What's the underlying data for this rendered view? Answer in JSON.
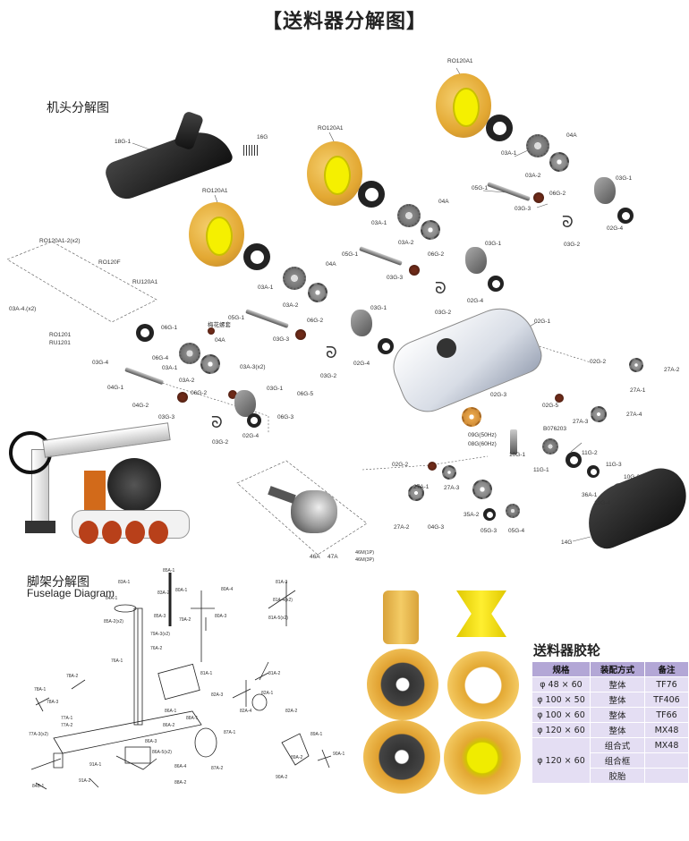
{
  "page_title": "【送料器分解图】",
  "sections": {
    "head_title": "机头分解图",
    "stand_title": "脚架分解图",
    "stand_subtitle": "Fuselage Diagram",
    "roller_title": "送料器胶轮"
  },
  "part_labels": {
    "ro120a1_top": "RO120A1",
    "ro120a1_mid": "RO120A1",
    "ro120a1_low": "RO120A1",
    "g18_1": "18G-1",
    "g16": "16G",
    "ro120a1_2x2": "RO120A1-2(x2)",
    "ro120f": "RO120F",
    "ru120a1": "RU120A1",
    "a03_4x2": "03A-4.(x2)",
    "ro1201": "RO1201",
    "ru1201": "RU1201",
    "a03_1_top": "03A-1",
    "a04_top": "04A",
    "a03_2_top": "03A-2",
    "g03_1_top": "03G-1",
    "g05_1_top": "05G-1",
    "g06_2_top": "06G-2",
    "g03_3_top": "03G-3",
    "g03_2_top": "03G-2",
    "g02_4_top": "02G-4",
    "a03_1_mid": "03A-1",
    "a04_mid": "04A",
    "a03_2_mid": "03A-2",
    "g03_1_mid": "03G-1",
    "g05_1_mid": "05G-1",
    "g06_2_mid": "06G-2",
    "g03_3_mid": "03G-3",
    "g02_4_mid": "02G-4",
    "g03_2_mid": "03G-2",
    "a03_1_low": "03A-1",
    "a04_low": "04A",
    "a03_2_low": "03A-2",
    "g03_1_low": "03G-1",
    "g05_1_low": "05G-1",
    "g06_2_low": "06G-2",
    "g03_3_low": "03G-3",
    "g02_4_low": "02G-4",
    "g03_2_low": "03G-2",
    "g02_1": "02G-1",
    "g06_1": "06G-1",
    "g06_4": "06G-4",
    "hex_screw": "梅花螺套",
    "a03_1_b": "03A-1",
    "a04_b": "04A",
    "a03_2_b": "03A-2",
    "a03_3x2": "03A-3(x2)",
    "g06_2_b": "06G-2",
    "g03_1_b": "03G-1",
    "g06_5": "06G-5",
    "g03_4": "03G-4",
    "g04_1": "04G-1",
    "g04_2": "04G-2",
    "g03_3_b": "03G-3",
    "g03_2_b": "03G-2",
    "g02_4_b": "02G-4",
    "g06_3": "06G-3",
    "g02_2_right": "02G-2",
    "a27_2_right": "27A-2",
    "a27_1_right": "27A-1",
    "g02_3": "02G-3",
    "g02_5": "02G-5",
    "a27_3_right": "27A-3",
    "a27_4_right": "27A-4",
    "g09_50": "09G(50Hz)",
    "g08_60": "08G(60Hz)",
    "b076203": "B076203",
    "g10_1": "10G-1",
    "g11_2": "11G-2",
    "g11_1": "11G-1",
    "g11_3": "11G-3",
    "g10_3": "10G-3",
    "a36_1": "36A-1",
    "g10_4": "10G-4",
    "g14": "14G",
    "g02_2_low": "02G-2",
    "a27_1_low": "27A-1",
    "a27_3_low": "27A-3",
    "g04_3": "04G-3",
    "a35_2": "35A-2",
    "g05_3": "05G-3",
    "g05_4": "05G-4",
    "a27_2_low": "27A-2",
    "a46a": "46A",
    "a47a": "47A",
    "motor_4p": "46M(1P)",
    "motor_3p": "46M(3P)"
  },
  "stand_labels": [
    "85A-1",
    "83A-1",
    "83A-2",
    "84A-1",
    "85A-2(x2)",
    "85A-3",
    "79A-2",
    "79A-3(x2)",
    "76A-1",
    "76A-2",
    "80A-1",
    "80A-3",
    "80A-4",
    "81A-1",
    "81A-2",
    "81A-3",
    "81A-4(x2)",
    "81A-5(x2)",
    "82A-1",
    "82A-2",
    "82A-3",
    "82A-4",
    "78A-1",
    "78A-2",
    "78A-3",
    "77A-1",
    "77A-2",
    "77A-3(x2)",
    "84B-1",
    "86A-1",
    "86A-2",
    "86A-3",
    "86A-4",
    "86A-5(x2)",
    "87A-1",
    "87A-2",
    "88A-1",
    "88A-2",
    "89A-1",
    "89A-2",
    "90A-1",
    "90A-2",
    "91A-1",
    "91A-2"
  ],
  "roller_table": {
    "headers": [
      "规格",
      "装配方式",
      "备注"
    ],
    "rows": [
      [
        "φ 48 × 60",
        "整体",
        "TF76"
      ],
      [
        "φ 100 × 50",
        "整体",
        "TF406"
      ],
      [
        "φ 100 × 60",
        "整体",
        "TF66"
      ],
      [
        "φ 120 × 60",
        "整体",
        "MX48"
      ],
      [
        "φ 120 × 60",
        "组合式",
        "MX48"
      ],
      [
        "",
        "组合框",
        ""
      ],
      [
        "",
        "胶胎",
        ""
      ]
    ]
  },
  "colors": {
    "roller_tan": "#e3a832",
    "roller_core": "#f5f000",
    "table_header": "#b3a7d6",
    "table_cell": "#e4def3"
  }
}
